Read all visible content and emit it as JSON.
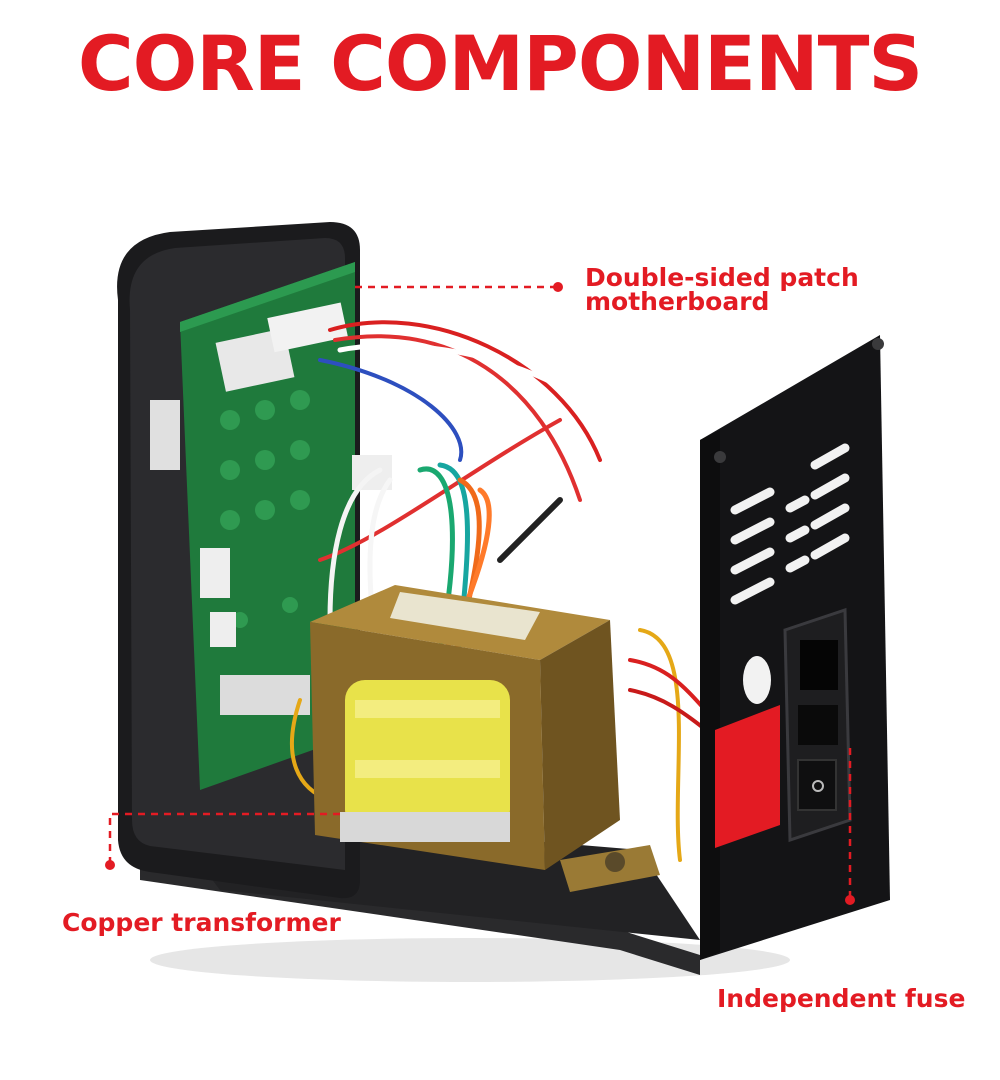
{
  "title": "CORE COMPONENTS",
  "callouts": {
    "motherboard": "Double-sided patch motherboard",
    "transformer": "Copper transformer",
    "fuse": "Independent fuse"
  },
  "colors": {
    "accent": "#e31b23",
    "chassis": "#1b1b1d",
    "pcb": "#1f7a3c",
    "transformer_core": "#8a6a2a",
    "coil": "#e8e24a"
  }
}
